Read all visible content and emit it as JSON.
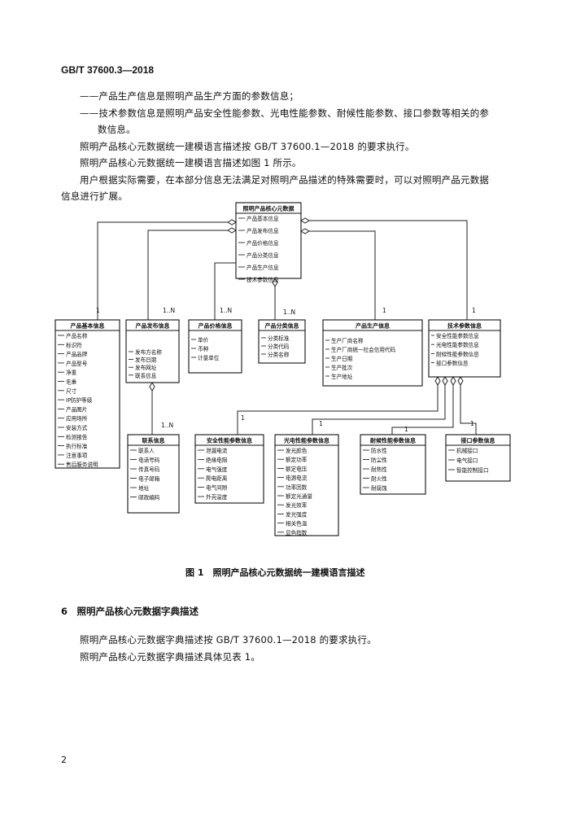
{
  "header": {
    "code": "GB/T 37600.3—2018"
  },
  "paragraphs": [
    "——产品生产信息是照明产品生产方面的参数信息；",
    "——技术参数信息是照明产品安全性能参数、光电性能参数、耐候性能参数、接口参数等相关的参",
    "数信息。",
    "照明产品核心元数据统一建模语言描述按 GB/T 37600.1—2018 的要求执行。",
    "照明产品核心元数据统一建模语言描述如图 1 所示。",
    "用户根据实际需要，在本部分信息无法满足对照明产品描述的特殊需要时，可以对照明产品元数据",
    "信息进行扩展。"
  ],
  "diagram": {
    "core": {
      "title": "照明产品核心元数据",
      "items": [
        "产品基本信息",
        "产品发布信息",
        "产品价格信息",
        "产品分类信息",
        "产品生产信息",
        "技术参数信息"
      ]
    },
    "basic": {
      "title": "产品基本信息",
      "items": [
        "产品名称",
        "标识符",
        "产品品牌",
        "产品型号",
        "净重",
        "毛重",
        "尺寸",
        "IP防护等级",
        "产品图片",
        "应用场所",
        "安装方式",
        "检测报告",
        "执行标准",
        "注意事项",
        "售后服务说明"
      ]
    },
    "publish": {
      "title": "产品发布信息",
      "items": [
        "发布方名称",
        "发布日期",
        "发布网址",
        "联系信息"
      ]
    },
    "price": {
      "title": "产品价格信息",
      "items": [
        "单价",
        "币种",
        "计量单位"
      ]
    },
    "category": {
      "title": "产品分类信息",
      "items": [
        "分类标准",
        "分类代码",
        "分类名称"
      ]
    },
    "production": {
      "title": "产品生产信息",
      "items": [
        "生产厂商名称",
        "生产厂商统一社会信用代码",
        "生产日期",
        "生产批次",
        "生产地址"
      ]
    },
    "tech": {
      "title": "技术参数信息",
      "items": [
        "安全性能参数信息",
        "光电性能参数信息",
        "耐候性能参数信息",
        "接口参数信息"
      ]
    },
    "contact": {
      "title": "联系信息",
      "items": [
        "联系人",
        "电话号码",
        "传真号码",
        "电子邮箱",
        "地址",
        "邮政编码"
      ]
    },
    "safety": {
      "title": "安全性能参数信息",
      "items": [
        "泄漏电流",
        "绝缘电阻",
        "电气强度",
        "爬电距离",
        "电气间隙",
        "外壳温度"
      ]
    },
    "photo": {
      "title": "光电性能参数信息",
      "items": [
        "发光颜色",
        "额定功率",
        "额定电压",
        "电源电流",
        "功率因数",
        "额定光通量",
        "发光效率",
        "发光强度",
        "相关色温",
        "显色指数"
      ]
    },
    "weather": {
      "title": "耐候性能参数信息",
      "items": [
        "防水性",
        "防尘性",
        "耐热性",
        "耐火性",
        "耐腐蚀"
      ]
    },
    "iface": {
      "title": "接口参数信息",
      "items": [
        "机械接口",
        "电气接口",
        "智能控制接口"
      ]
    },
    "mult": {
      "one": "1",
      "many": "1..N"
    }
  },
  "caption": "图 1　照明产品核心元数据统一建模语言描述",
  "section": {
    "heading": "6　照明产品核心元数据字典描述",
    "paras": [
      "照明产品核心元数据字典描述按 GB/T 37600.1—2018 的要求执行。",
      "照明产品核心元数据字典描述具体见表 1。"
    ]
  },
  "page_number": "2"
}
